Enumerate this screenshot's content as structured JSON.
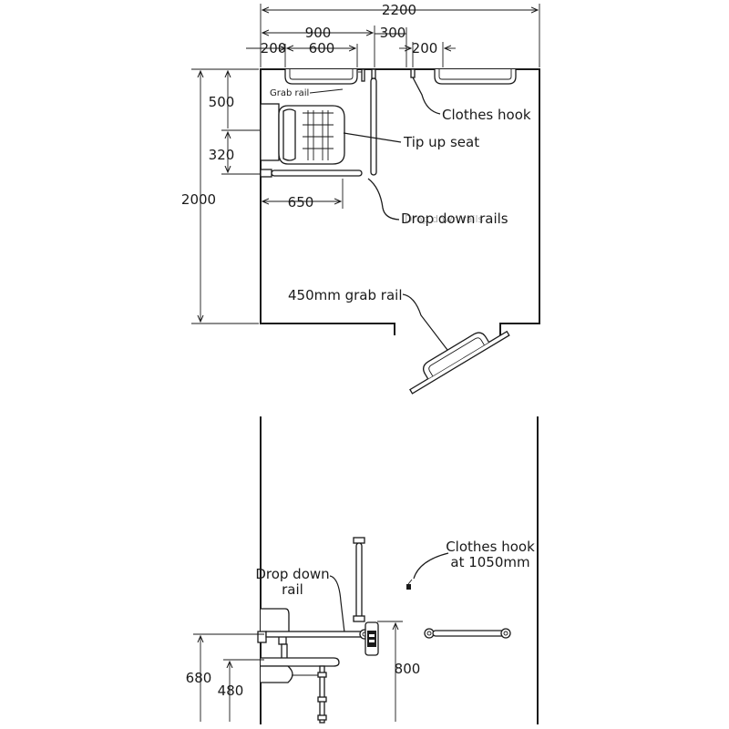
{
  "plan": {
    "dimensions": {
      "overall_width": "2200",
      "rail_zone": "900",
      "seat_offset": "200",
      "seat_rail_length": "600",
      "gap": "300",
      "hook_offset": "200",
      "depth": "2000",
      "rail_from_wall": "500",
      "seat_depth": "320",
      "seat_width": "650"
    },
    "labels": {
      "grab_rail_small": "Grab rail",
      "clothes_hook": "Clothes hook",
      "tip_up_seat": "Tip up seat",
      "drop_down_rails_1": "Drop down rails",
      "drop_down_rails_2": "Drop down rails",
      "grab_rail_450": "450mm grab rail"
    }
  },
  "elevation": {
    "labels": {
      "drop_down_rail_1": "Drop down",
      "drop_down_rail_2": "rail",
      "clothes_hook_1": "Clothes hook",
      "clothes_hook_2": "at 1050mm"
    },
    "dimensions": {
      "rail_height": "680",
      "seat_height": "480",
      "grab_rail_height": "800"
    }
  }
}
